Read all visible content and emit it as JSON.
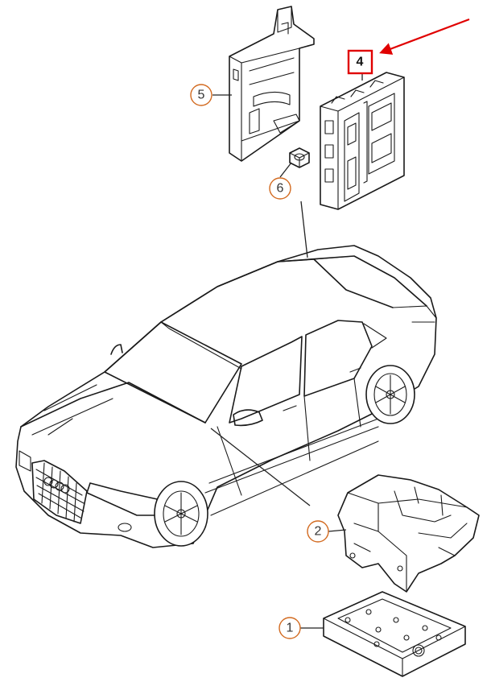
{
  "diagram": {
    "callouts": {
      "p1": "1",
      "p2": "2",
      "p4": "4",
      "p5": "5",
      "p6": "6"
    },
    "colors": {
      "callout_ring": "#d2691e",
      "highlight": "#e00000",
      "line": "#1a1a1a"
    }
  }
}
